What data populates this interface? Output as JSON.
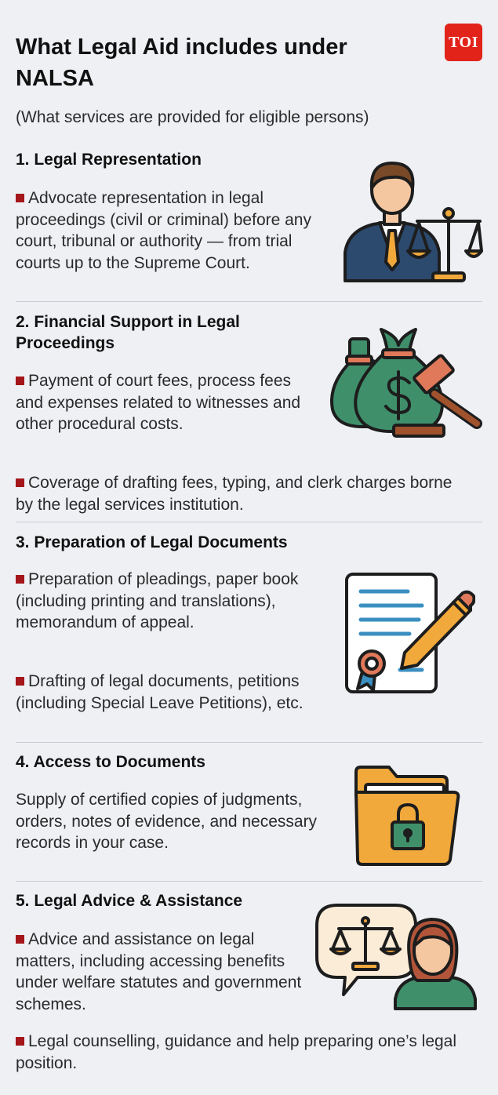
{
  "header": {
    "title": "What Legal Aid includes under NALSA",
    "logo_text": "TOI",
    "subtitle": "(What services are provided for eligible persons)"
  },
  "sections": [
    {
      "title": "1. Legal Representation",
      "paragraphs": [
        "Advocate representation in legal proceedings (civil or criminal) before any court, tribunal or authority — from trial courts up to the Supreme Court."
      ],
      "icon": "lawyer-with-scales-icon"
    },
    {
      "title": "2. Financial Support in Legal Proceedings",
      "paragraphs": [
        "Payment of court fees, process fees and expenses related to witnesses and other procedural costs.",
        "Coverage of drafting fees, typing, and clerk charges borne by the legal services institution."
      ],
      "icon": "money-bags-gavel-icon"
    },
    {
      "title": "3. Preparation of Legal Documents",
      "paragraphs": [
        "Preparation of pleadings, paper book (including printing and translations), memorandum of appeal.",
        "Drafting of legal documents, petitions (including Special Leave Petitions), etc."
      ],
      "icon": "document-pencil-icon"
    },
    {
      "title": "4. Access to Documents",
      "paragraphs": [
        "Supply of certified copies of judgments, orders, notes of evidence, and necessary records in your case."
      ],
      "icon": "locked-folder-icon"
    },
    {
      "title": "5. Legal Advice & Assistance",
      "paragraphs": [
        "Advice and assistance on legal matters, including accessing benefits under welfare statutes and government schemes.",
        "Legal counselling, guidance and help preparing one’s legal position."
      ],
      "icon": "advisor-speech-bubble-icon"
    }
  ],
  "colors": {
    "background": "#eef0f4",
    "bullet": "#a4161a",
    "logo": "#e2231a",
    "green": "#3f8f6b",
    "orange": "#f2a93b",
    "navy": "#2c4a6e"
  }
}
